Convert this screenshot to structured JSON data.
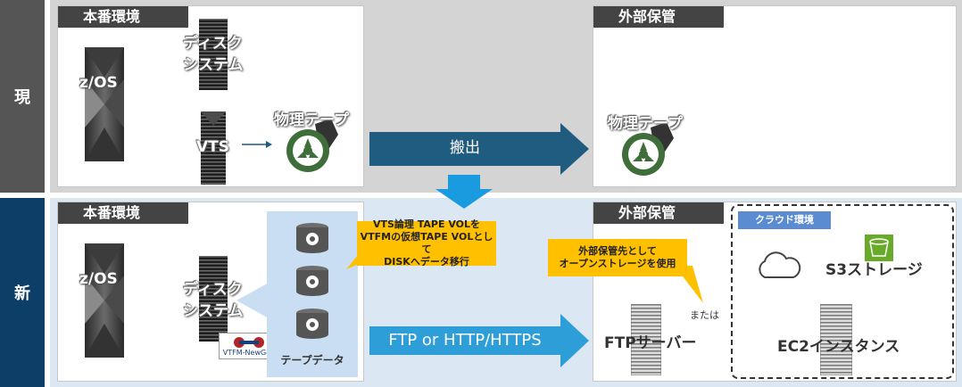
{
  "rows": {
    "current": "現",
    "new": "新"
  },
  "current": {
    "prod_title": "本番環境",
    "zos_label": "z/OS",
    "disk_label": [
      "ディスク",
      "システム"
    ],
    "vts_label": "VTS",
    "tape_label": "物理テープ",
    "carry_label": "搬出",
    "offsite_title": "外部保管",
    "offsite_tape_label": "物理テープ"
  },
  "new": {
    "prod_title": "本番環境",
    "zos_label": "z/OS",
    "disk_label": [
      "ディスク",
      "システム"
    ],
    "tape_data_label": "テープデータ",
    "vtfm_logo": "VTFM-NewGen",
    "callout_left": [
      "VTS論理 TAPE VOLを",
      "VTFMの仮想TAPE VOLとして",
      "DISKへデータ移行"
    ],
    "transfer_label": "FTP or HTTP/HTTPS",
    "offsite_title": "外部保管",
    "callout_right": [
      "外部保管先として",
      "オープンストレージを使用"
    ],
    "ftp_label": "FTPサーバー",
    "or_label": "または",
    "cloud_title": "クラウド環境",
    "s3_label": "S3ストレージ",
    "ec2_label": "EC2インスタンス"
  },
  "colors": {
    "side_current": "#555555",
    "side_new": "#0d3e68",
    "arrow_carry": "#1f5c80",
    "arrow_transfer": "#2d9ed8",
    "arrow_down": "#1a9be0",
    "callout": "#ffc000",
    "s3_green": "#6aaa2b"
  },
  "icons": [
    "server-tower-icon",
    "disk-array-icon",
    "tape-reel-icon",
    "database-disk-icon",
    "cloud-icon",
    "bucket-icon",
    "rack-server-icon"
  ]
}
